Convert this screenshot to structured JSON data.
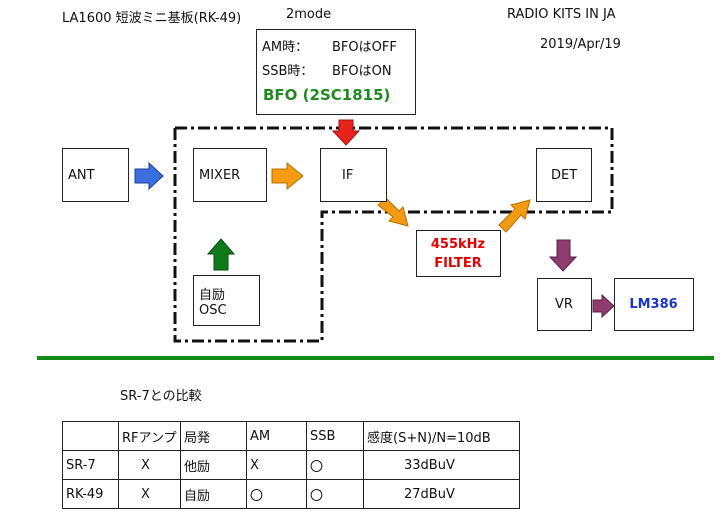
{
  "header": {
    "title": "LA1600 短波ミニ基板(RK-49)",
    "mode": "2mode",
    "org": "RADIO KITS IN JA",
    "date": "2019/Apr/19"
  },
  "bfo_note": {
    "am_label": "AM時：",
    "am_value": "BFOはOFF",
    "ssb_label": "SSB時：",
    "ssb_value": "BFOはON",
    "bfo": "BFO (2SC1815)"
  },
  "blocks": {
    "ant": "ANT",
    "mixer": "MIXER",
    "if": "IF",
    "det": "DET",
    "osc_line1": "自励",
    "osc_line2": "OSC",
    "filter_line1": "455kHz",
    "filter_line2": "FILTER",
    "vr": "VR",
    "lm386": "LM386"
  },
  "colors": {
    "arrow_blue": "#3b6fe0",
    "arrow_orange": "#f39c12",
    "arrow_red": "#e8231c",
    "arrow_green": "#0f7a19",
    "arrow_purple": "#8e3b6e",
    "bfo_green": "#1f8a1f",
    "filter_red": "#e00000",
    "lm386_blue": "#1a35c8",
    "rule_green": "#138a13"
  },
  "comparison": {
    "title": "SR-7との比較",
    "headers": [
      "",
      "RFアンプ",
      "局発",
      "AM",
      "SSB",
      "感度(S+N)/N=10dB"
    ],
    "rows": [
      [
        "SR-7",
        "X",
        "他励",
        "X",
        "〇",
        "33dBuV"
      ],
      [
        "RK-49",
        "X",
        "自励",
        "〇",
        "〇",
        "27dBuV"
      ]
    ]
  }
}
